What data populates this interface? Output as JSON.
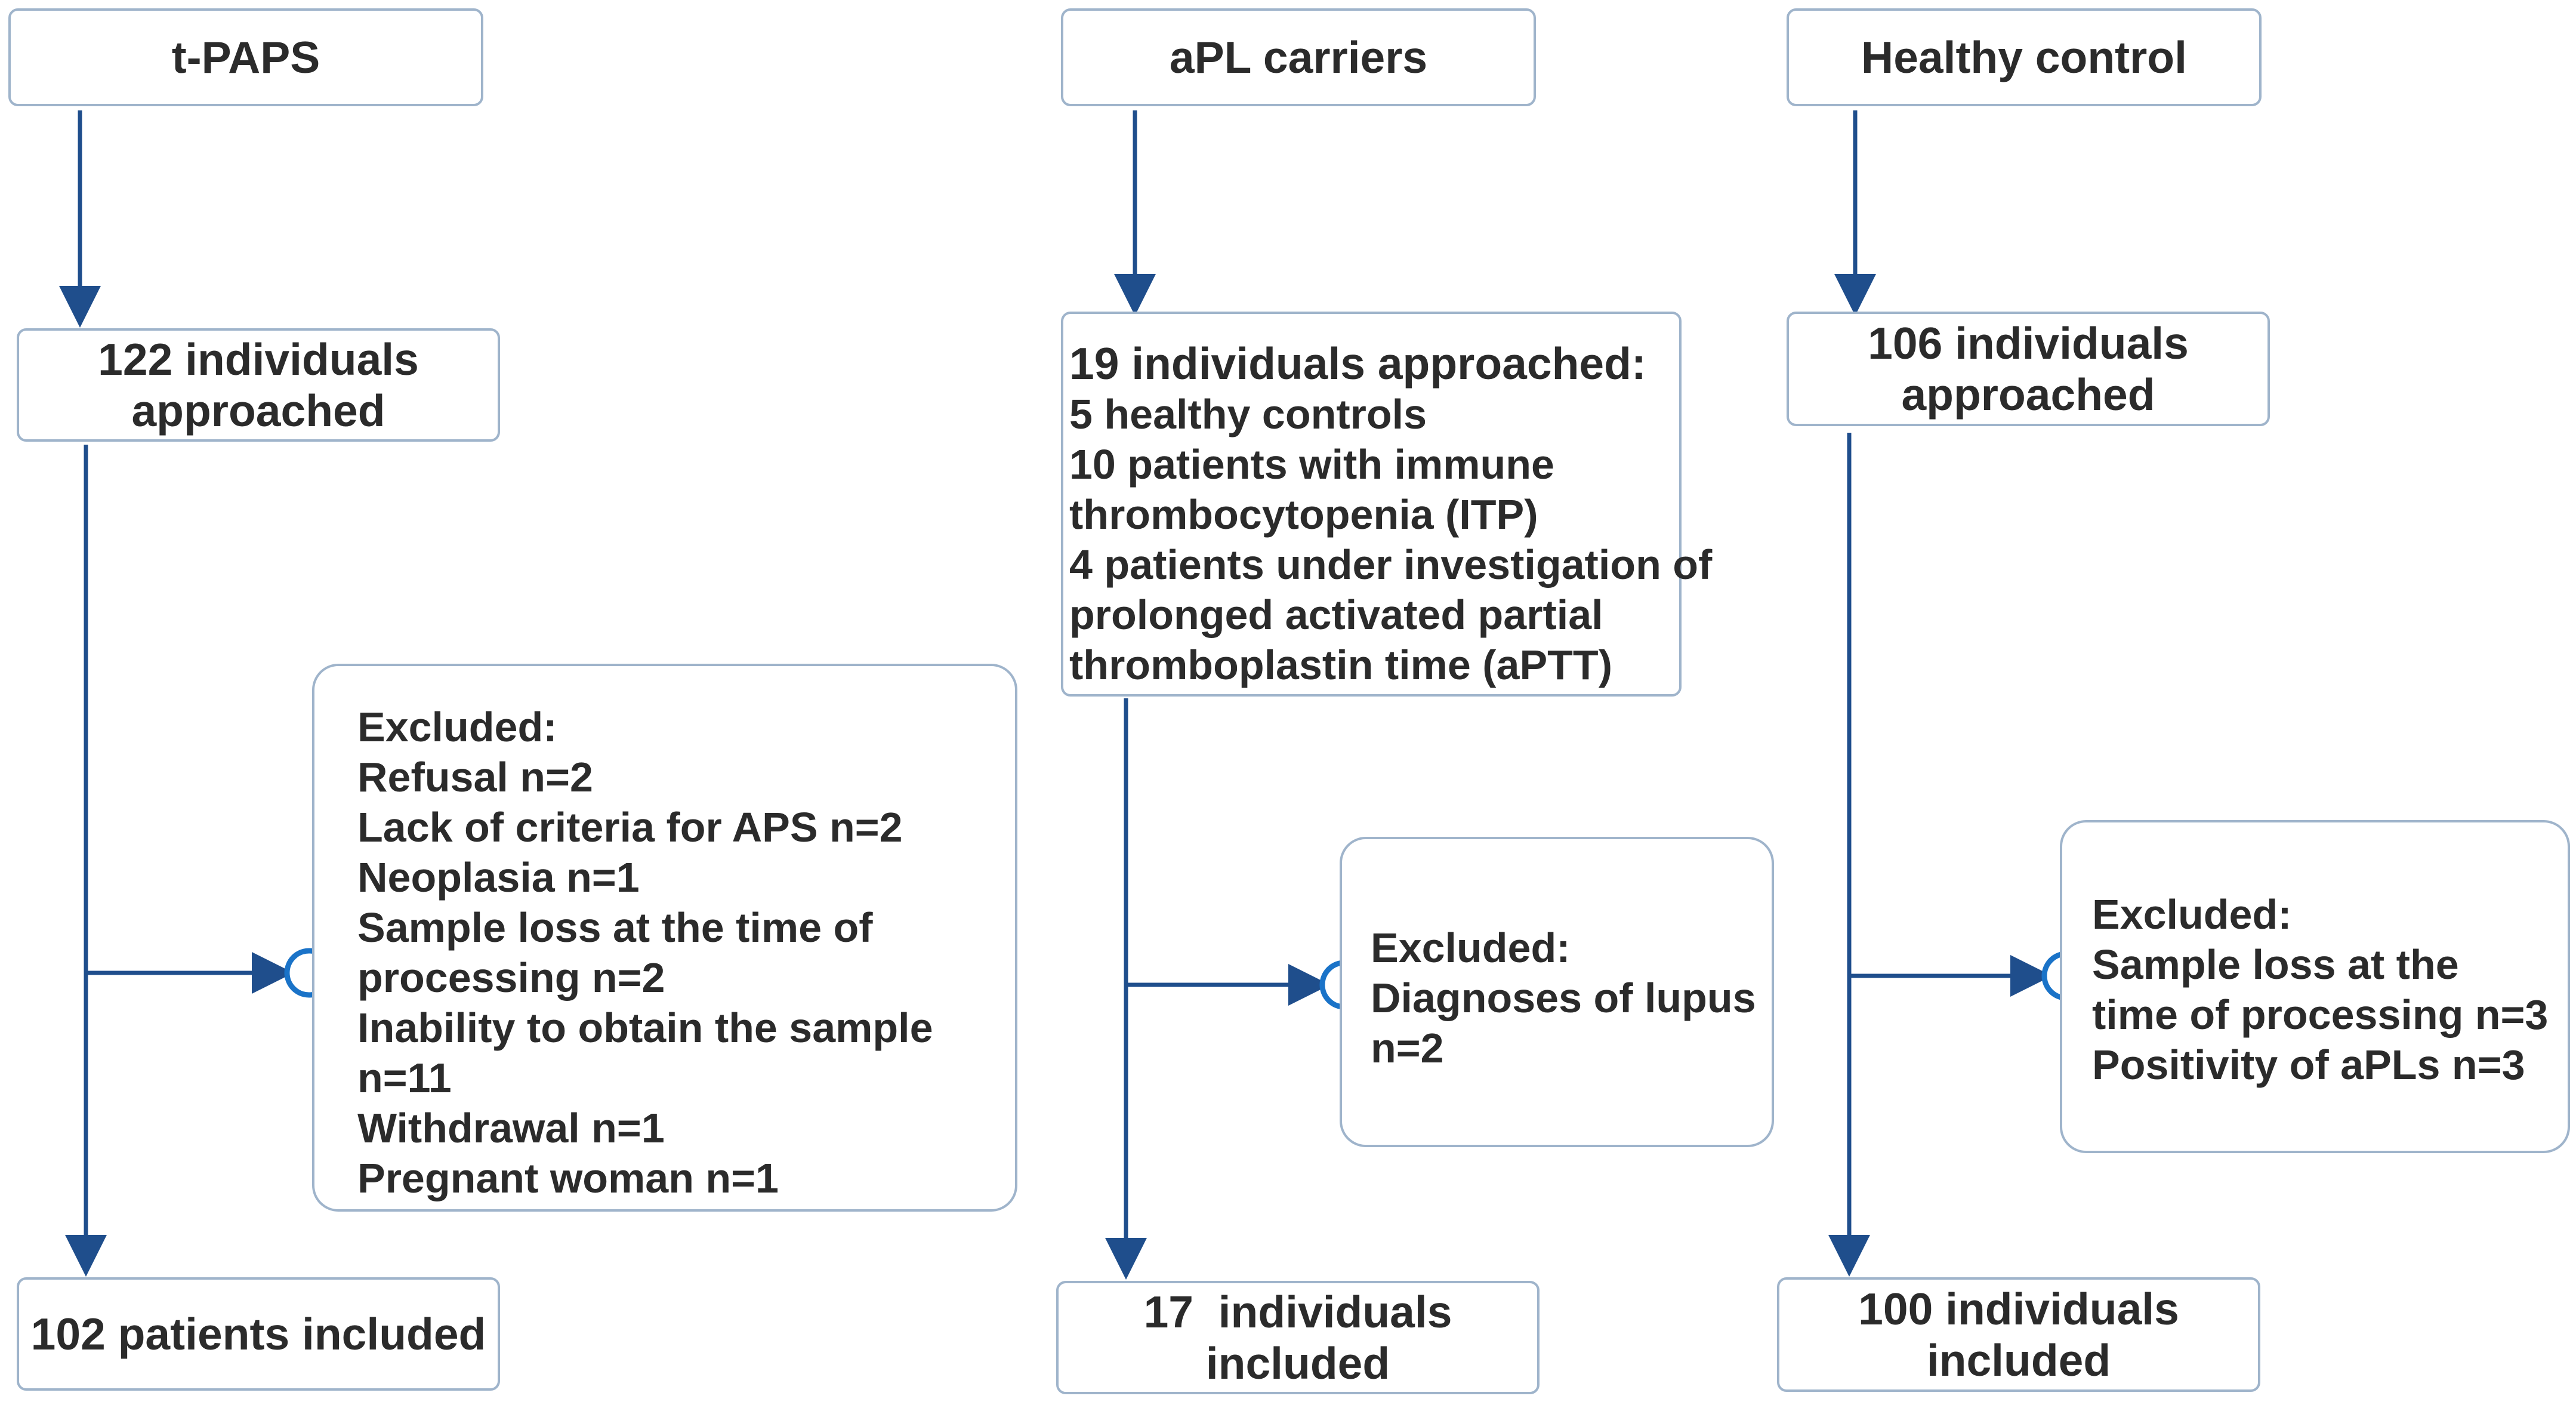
{
  "columns": [
    {
      "header": "t-PAPS",
      "approached": [
        "122 individuals",
        "approached"
      ],
      "excluded": [
        "Excluded:",
        "Refusal n=2",
        "Lack of criteria for APS n=2",
        "Neoplasia n=1",
        "Sample loss at the time of",
        "processing n=2",
        "Inability to obtain the sample",
        "n=11",
        "Withdrawal n=1",
        "Pregnant woman n=1"
      ],
      "included": [
        "102 patients included"
      ]
    },
    {
      "header": "aPL carriers",
      "approached": [
        "19 individuals approached:",
        "5 healthy controls",
        "10 patients with immune",
        "thrombocytopenia (ITP)",
        "4 patients under investigation of",
        "prolonged activated partial",
        "thromboplastin time (aPTT)"
      ],
      "excluded": [
        "Excluded:",
        "Diagnoses of lupus",
        "n=2"
      ],
      "included": [
        "17  individuals",
        "included"
      ]
    },
    {
      "header": "Healthy control",
      "approached": [
        "106 individuals",
        "approached"
      ],
      "excluded": [
        "Excluded:",
        "Sample loss at the",
        "time of processing n=3",
        "Positivity of aPLs n=3"
      ],
      "included": [
        "100 individuals",
        "included"
      ]
    }
  ],
  "colors": {
    "arrow": "#1f4e8c",
    "box_border": "#9fb4cb",
    "text": "#2b2b2b",
    "circle_fill": "#ffffff",
    "circle_stroke": "#1a73c8"
  }
}
